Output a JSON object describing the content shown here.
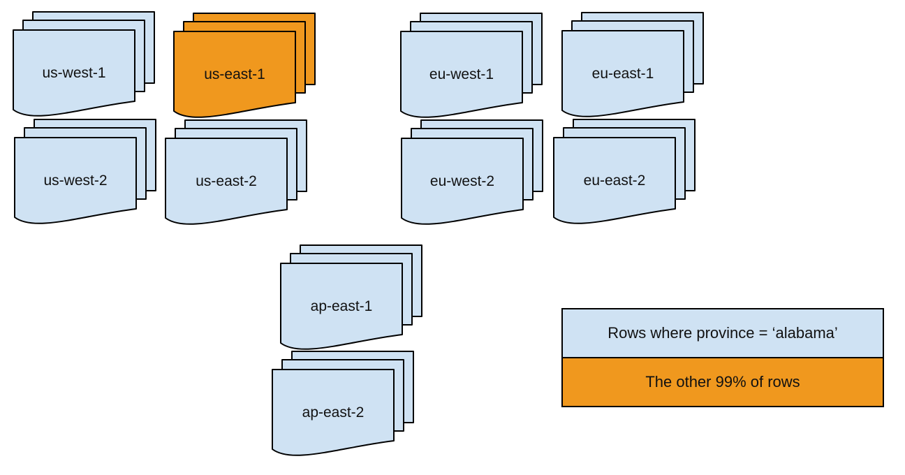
{
  "colors": {
    "doc_blue": "#cfe2f3",
    "doc_orange": "#f0981e",
    "stroke": "#000000",
    "text": "#111111"
  },
  "stacks": [
    {
      "label": "us-west-1",
      "variant": "blue"
    },
    {
      "label": "us-east-1",
      "variant": "orange"
    },
    {
      "label": "eu-west-1",
      "variant": "blue"
    },
    {
      "label": "eu-east-1",
      "variant": "blue"
    },
    {
      "label": "us-west-2",
      "variant": "blue"
    },
    {
      "label": "us-east-2",
      "variant": "blue"
    },
    {
      "label": "eu-west-2",
      "variant": "blue"
    },
    {
      "label": "eu-east-2",
      "variant": "blue"
    },
    {
      "label": "ap-east-1",
      "variant": "blue"
    },
    {
      "label": "ap-east-2",
      "variant": "blue"
    }
  ],
  "legend": {
    "rows": [
      {
        "label": "Rows where province = ‘alabama’",
        "variant": "blue"
      },
      {
        "label": "The other 99% of rows",
        "variant": "orange"
      }
    ]
  }
}
